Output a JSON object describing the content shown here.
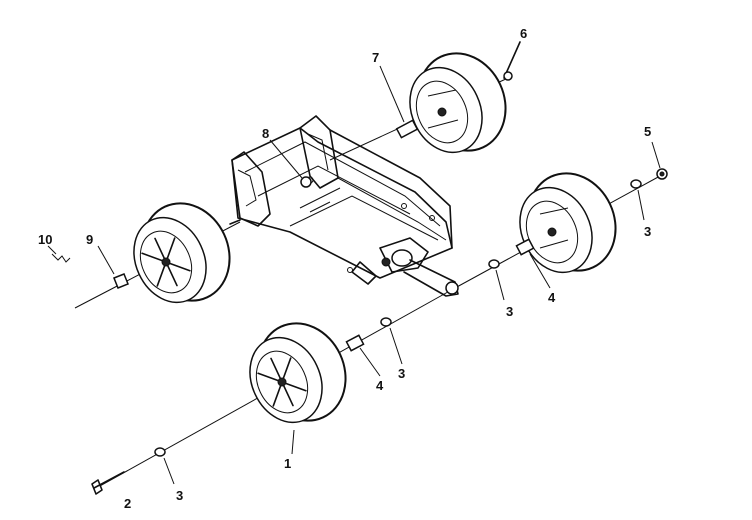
{
  "callouts": [
    {
      "id": "c1",
      "text": "1"
    },
    {
      "id": "c2",
      "text": "2"
    },
    {
      "id": "c3a",
      "text": "3"
    },
    {
      "id": "c3b",
      "text": "3"
    },
    {
      "id": "c3c",
      "text": "3"
    },
    {
      "id": "c3d",
      "text": "3"
    },
    {
      "id": "c4a",
      "text": "4"
    },
    {
      "id": "c4b",
      "text": "4"
    },
    {
      "id": "c5",
      "text": "5"
    },
    {
      "id": "c6",
      "text": "6"
    },
    {
      "id": "c7",
      "text": "7"
    },
    {
      "id": "c8",
      "text": "8"
    },
    {
      "id": "c9",
      "text": "9"
    },
    {
      "id": "c10",
      "text": "10"
    }
  ]
}
